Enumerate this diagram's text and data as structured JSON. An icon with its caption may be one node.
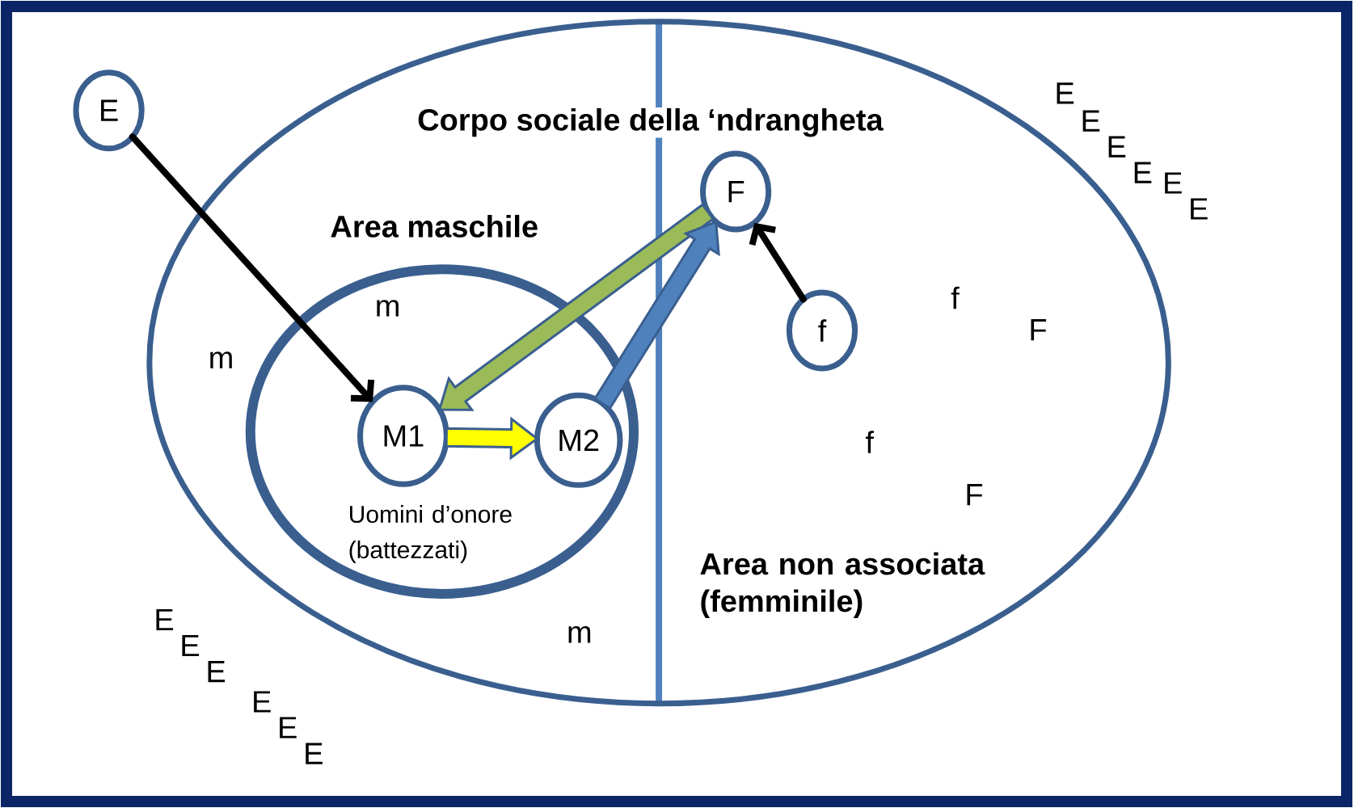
{
  "diagram": {
    "nodes": [
      {
        "text": [
          "Corpo sociale della ‘ndrangheta"
        ]
      },
      {
        "text": [
          "Area maschile",
          "Uomini d’onore (battezzati)"
        ],
        "in": 0
      },
      {
        "text": [
          "E"
        ]
      },
      {
        "text": [
          "M1"
        ],
        "in": 1
      },
      {
        "text": [
          "M2"
        ],
        "in": 1
      },
      {
        "text": [
          "F"
        ],
        "in": 0
      },
      {
        "text": [
          "f"
        ],
        "in": 0
      }
    ],
    "edges": [
      {
        "from": 2,
        "to": 3,
        "arrow": "to"
      },
      {
        "from": 5,
        "to": 3,
        "arrow": "to",
        "style": "thick",
        "color": "#9bbb59"
      },
      {
        "from": 3,
        "to": 4,
        "arrow": "to",
        "style": "thick",
        "color": "#ffff00"
      },
      {
        "from": 4,
        "to": 5,
        "arrow": "to",
        "style": "thick",
        "color": "#4f81bd"
      },
      {
        "from": 6,
        "to": 5,
        "arrow": "to"
      }
    ],
    "labels": [
      "E",
      "E",
      "E",
      "E",
      "E",
      "E",
      "m",
      "m",
      "f",
      "F",
      "f",
      "F",
      "Area non associata (femminile)",
      "m",
      "E",
      "E",
      "E",
      "E",
      "E",
      "E"
    ]
  }
}
